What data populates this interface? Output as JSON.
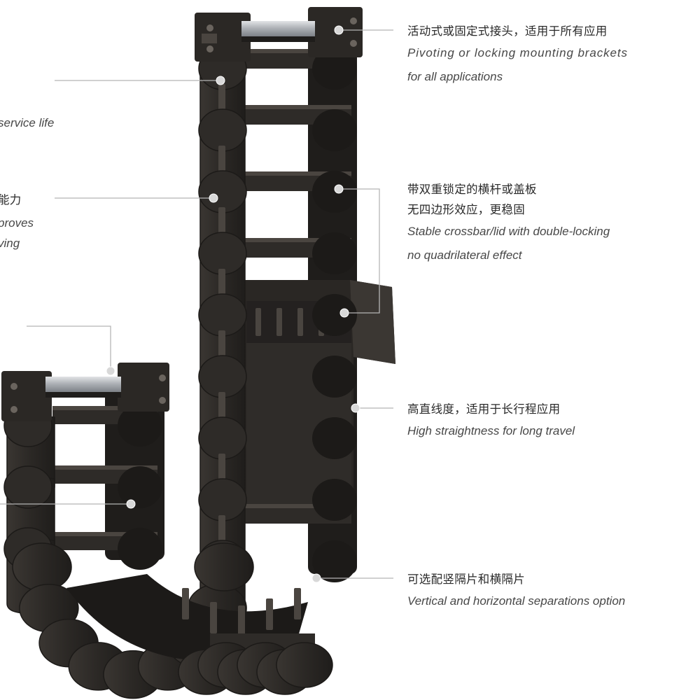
{
  "callouts": [
    {
      "zh": "活动式或固定式接头，适用于所有应用",
      "en_lines": [
        "Pivoting or locking mounting brackets",
        "for all applications"
      ]
    },
    {
      "zh_lines": [
        "带双重锁定的横杆或盖板",
        "无四边形效应，更稳固"
      ],
      "en_lines": [
        "Stable crossbar/lid with double-locking",
        "no quadrilateral effect"
      ]
    },
    {
      "zh": "高直线度，适用于长行程应用",
      "en_lines": [
        "High straightness for long travel"
      ]
    },
    {
      "zh": "可选配竖隔片和横隔片",
      "en_lines": [
        "Vertical and horizontal separations option"
      ]
    }
  ],
  "left_fragments": {
    "service": "service life",
    "ability": "能力",
    "improves": "proves",
    "ving": "ving"
  },
  "colors": {
    "chain": "#2e2b28",
    "chain_dark": "#1c1a18",
    "chain_light": "#4a4540",
    "rail": "#b9bcc0",
    "leader": "#b5b5b5"
  }
}
